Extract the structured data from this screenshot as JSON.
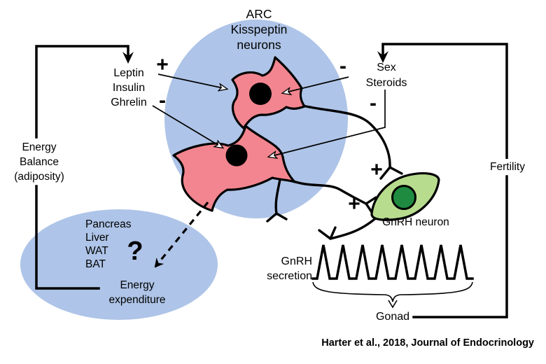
{
  "diagram": {
    "title_lines": [
      "ARC",
      "Kisspeptin",
      "neurons"
    ],
    "hormones": {
      "items": [
        "Leptin",
        "Insulin",
        "Ghrelin"
      ],
      "plus": "+",
      "minus": "-"
    },
    "sex_steroids": {
      "lines": [
        "Sex",
        "Steroids"
      ],
      "minus_upper": "-",
      "minus_lower": "-"
    },
    "energy_balance_lines": [
      "Energy",
      "Balance",
      "(adiposity)"
    ],
    "organs": [
      "Pancreas",
      "Liver",
      "WAT",
      "BAT"
    ],
    "question": "?",
    "energy_expenditure_lines": [
      "Energy",
      "expenditure"
    ],
    "gnrh": {
      "neuron_label": "GnRH neuron",
      "plus_upper": "+",
      "plus_lower": "+",
      "secretion_lines": [
        "GnRH",
        "secretion"
      ]
    },
    "gonad": "Gonad",
    "fertility": "Fertility",
    "citation": "Harter et al., 2018, Journal of Endocrinology",
    "colors": {
      "arc_region": "#aec4e8",
      "kisspeptin_cell": "#f2858f",
      "nucleus": "#000000",
      "gnrh_cell": "#b8dc8e",
      "gnrh_nucleus": "#1e8b41",
      "line": "#000000",
      "background": "#ffffff"
    }
  }
}
